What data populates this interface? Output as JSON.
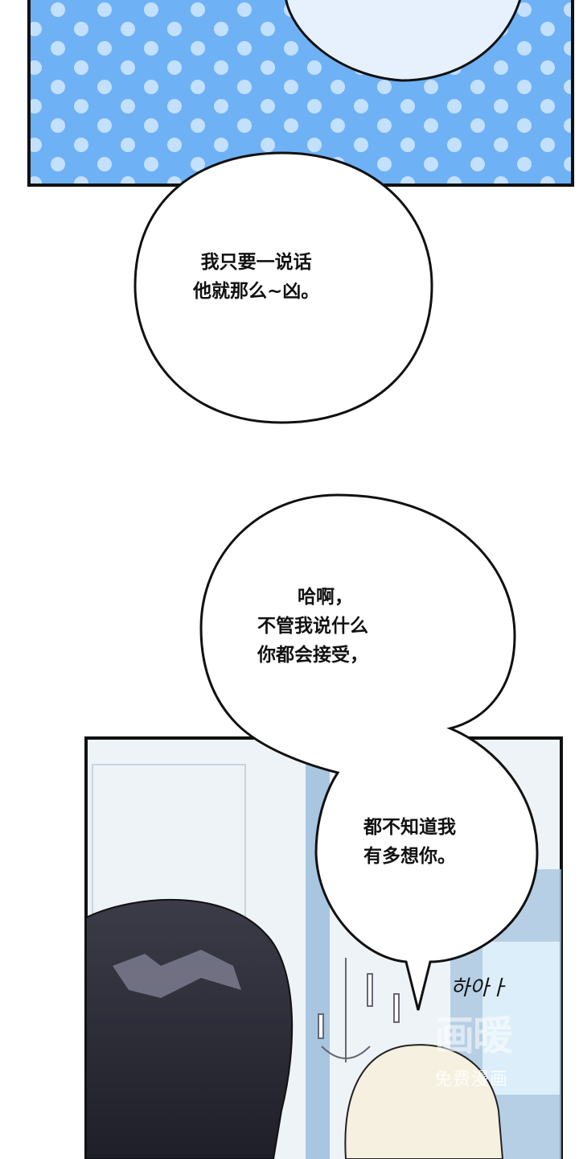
{
  "colors": {
    "panel_blue": "#6fb1f5",
    "pattern": "#d8ecff",
    "outline": "#111111",
    "room_bg": "#eef3f8",
    "window_blue": "#a9c6e0",
    "dark_hair": "#2e2f3a",
    "blond_hair": "#f5f0df"
  },
  "bubbles": [
    {
      "lines": [
        "我只要一说话",
        "他就那么~凶。"
      ]
    },
    {
      "lines": [
        "哈啊，",
        "不管我说什么",
        "你都会接受，"
      ]
    },
    {
      "lines": [
        "都不知道我",
        "有多想你。"
      ]
    }
  ],
  "sound_effect": "하아ㅏ",
  "watermark": {
    "logo": "画暖",
    "text": "免费漫画"
  }
}
